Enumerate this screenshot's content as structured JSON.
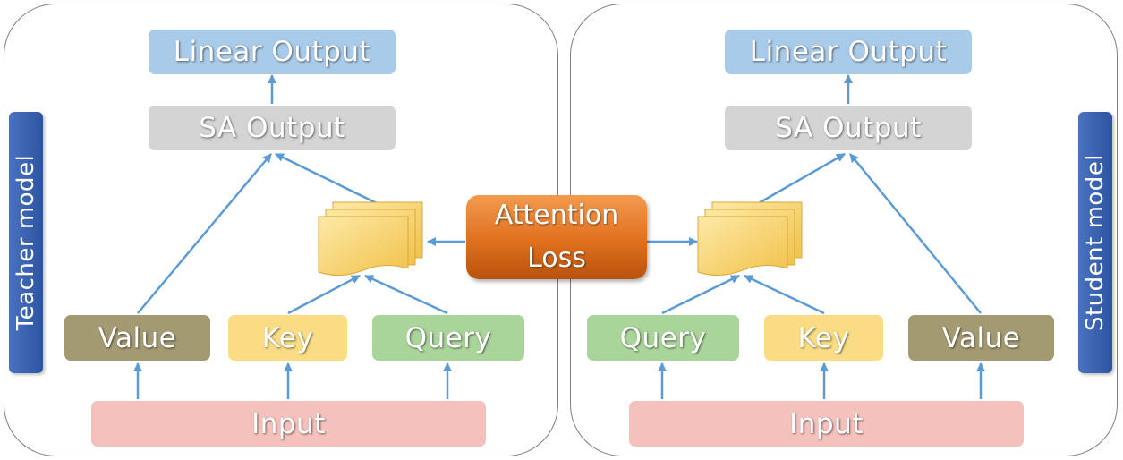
{
  "teacher": {
    "side_label": "Teacher model",
    "linear_output": "Linear Output",
    "sa_output": "SA Output",
    "value": "Value",
    "key": "Key",
    "query": "Query",
    "input": "Input"
  },
  "student": {
    "side_label": "Student model",
    "linear_output": "Linear Output",
    "sa_output": "SA Output",
    "query": "Query",
    "key": "Key",
    "value": "Value",
    "input": "Input"
  },
  "attention_loss": {
    "line1": "Attention",
    "line2": "Loss"
  },
  "colors": {
    "arrow": "#5b9bd5",
    "loss": "#e0701e",
    "sidebar": "#2d54a0"
  }
}
